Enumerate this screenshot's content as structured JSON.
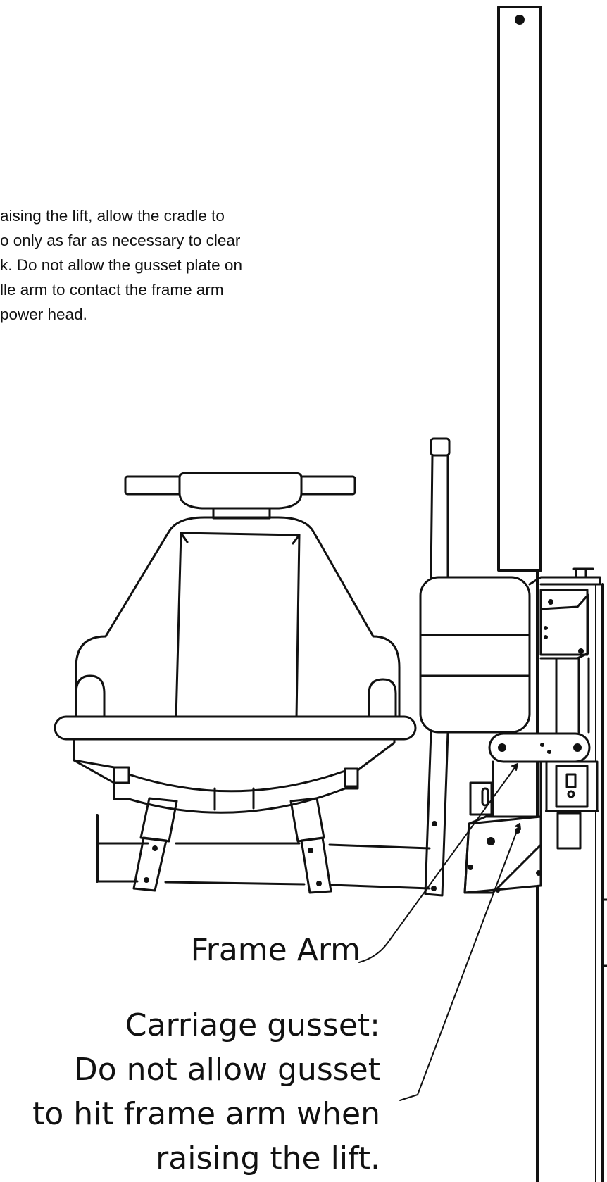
{
  "instruction_note": {
    "lines": [
      "aising the lift, allow the cradle to",
      "o only as far as necessary to clear",
      "k.  Do not allow the gusset plate on",
      "lle arm to contact the frame arm",
      "power head."
    ]
  },
  "callouts": {
    "frame_arm": {
      "lines": [
        "Frame Arm"
      ]
    },
    "carriage_gusset": {
      "lines": [
        "Carriage gusset:",
        "Do not allow gusset",
        "to hit frame arm when",
        "raising the lift."
      ]
    }
  },
  "colors": {
    "ink": "#111111",
    "paper": "#ffffff"
  }
}
